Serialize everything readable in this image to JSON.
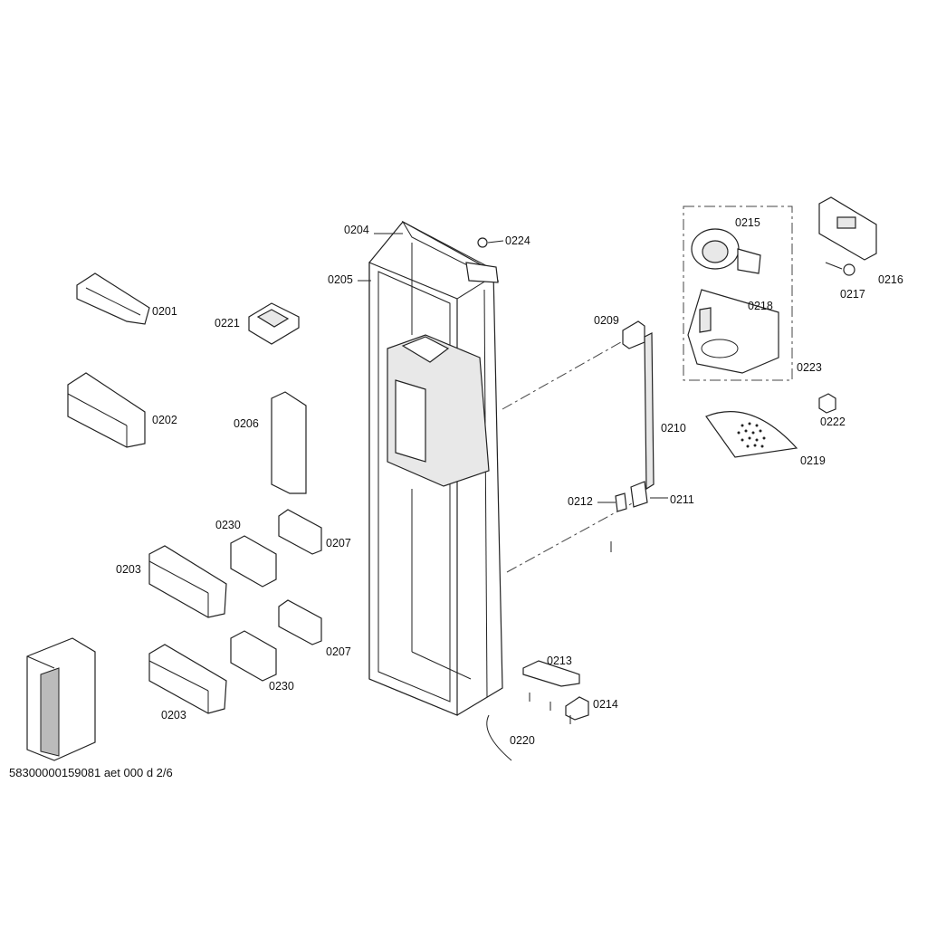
{
  "labels": {
    "p0201": "0201",
    "p0202": "0202",
    "p0203a": "0203",
    "p0203b": "0203",
    "p0204": "0204",
    "p0205": "0205",
    "p0206": "0206",
    "p0207a": "0207",
    "p0207b": "0207",
    "p0209": "0209",
    "p0210": "0210",
    "p0211": "0211",
    "p0212": "0212",
    "p0213": "0213",
    "p0214": "0214",
    "p0215": "0215",
    "p0216": "0216",
    "p0217": "0217",
    "p0218": "0218",
    "p0219": "0219",
    "p0220": "0220",
    "p0221": "0221",
    "p0222": "0222",
    "p0223": "0223",
    "p0224": "0224",
    "p0230a": "0230",
    "p0230b": "0230"
  },
  "footer": "58300000159081 aet 000 d 2/6"
}
